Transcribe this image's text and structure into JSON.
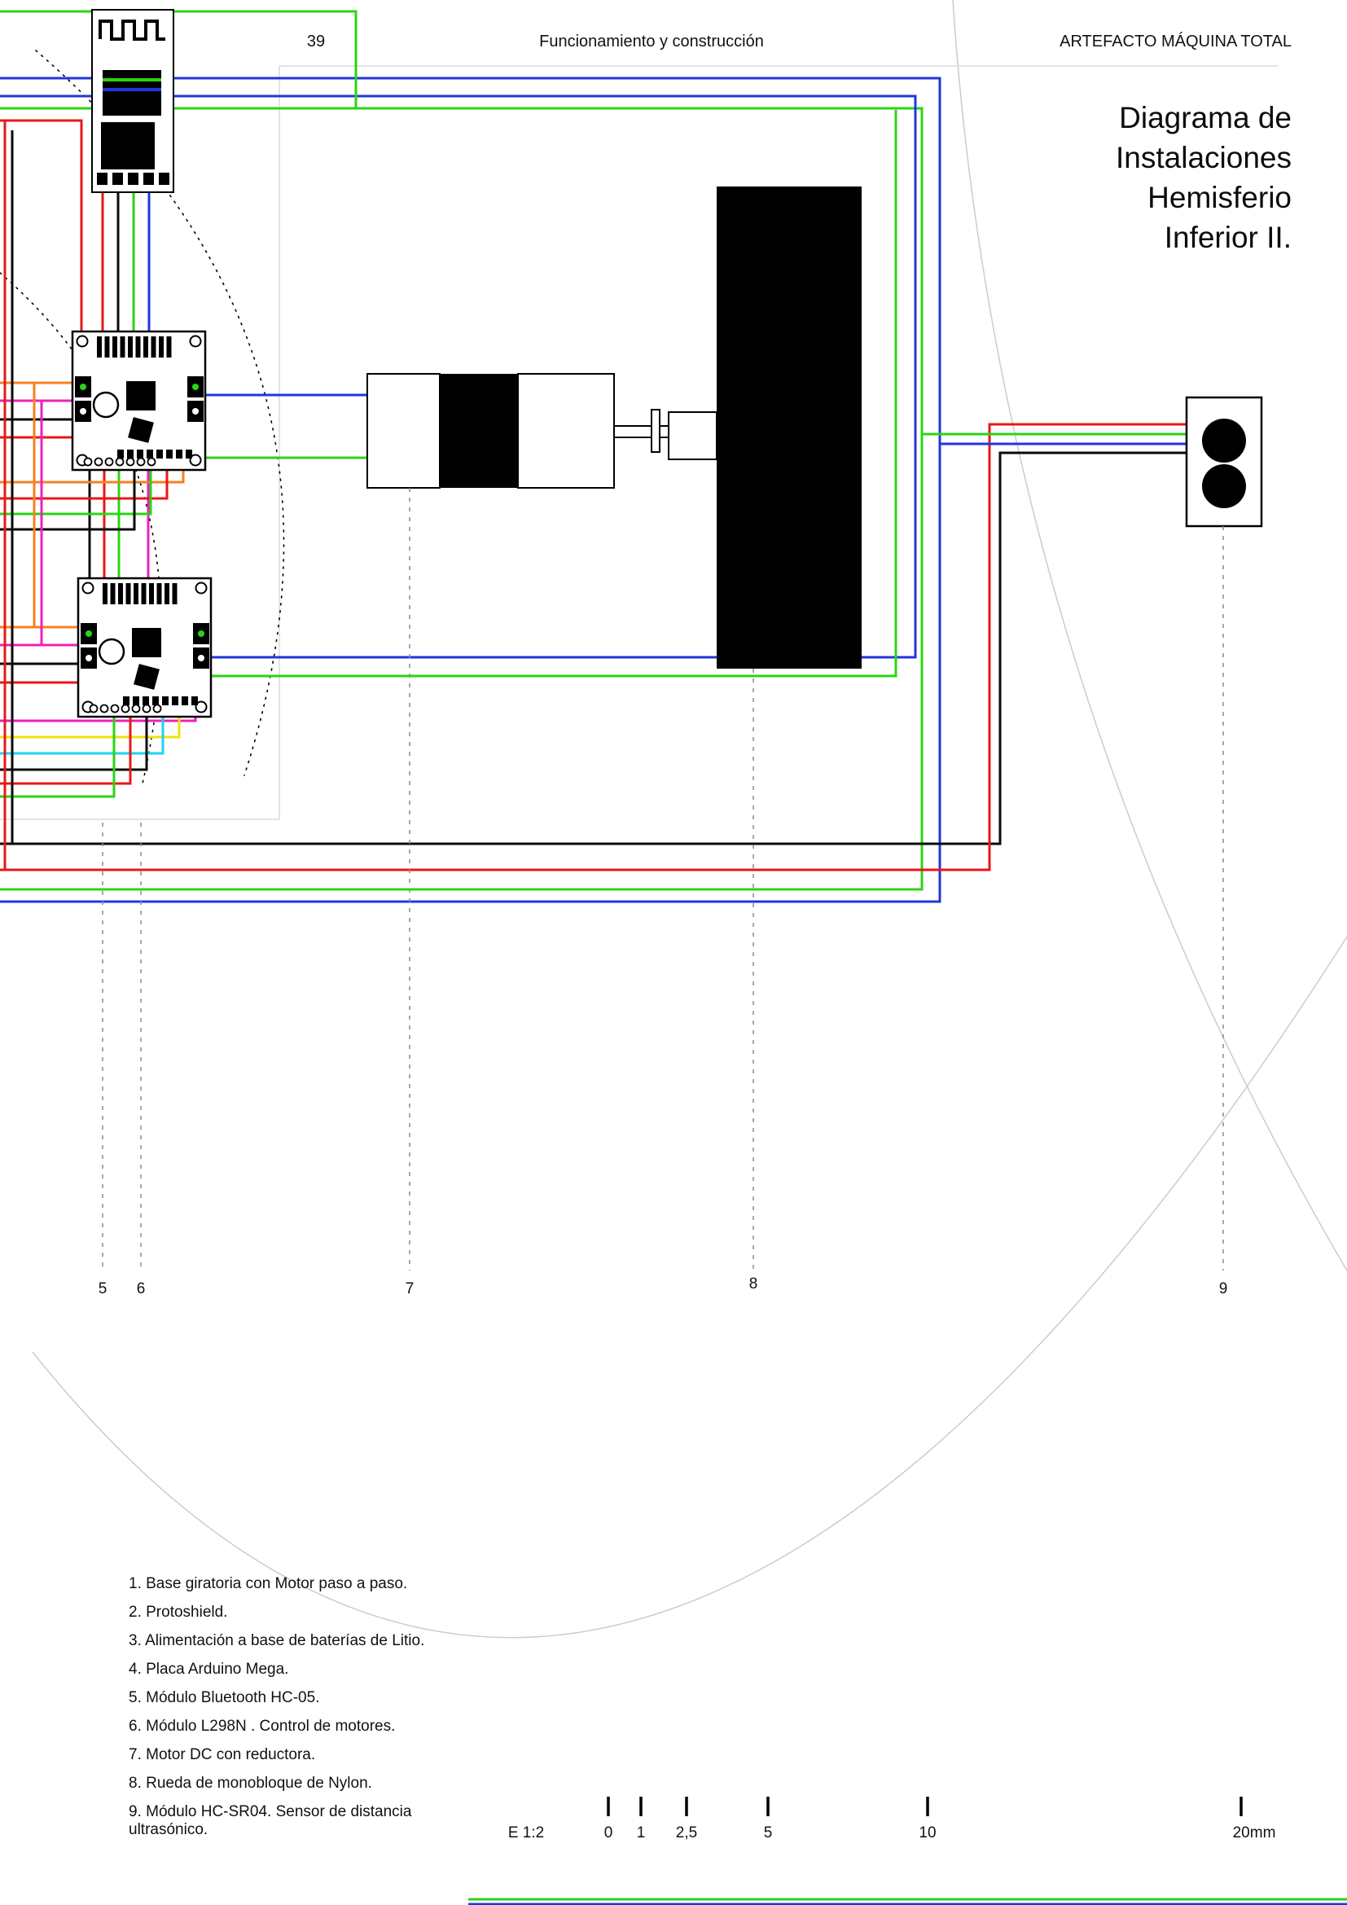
{
  "header": {
    "page_number": "39",
    "section_title": "Funcionamiento y construcción",
    "brand": "ARTEFACTO MÁQUINA TOTAL"
  },
  "title": {
    "lines": [
      "Diagrama de",
      "Instalaciones",
      "Hemisferio",
      "Inferior II."
    ]
  },
  "callouts": {
    "labels": [
      "5",
      "6",
      "7",
      "8",
      "9"
    ]
  },
  "legend": {
    "items": [
      "1. Base giratoria con Motor paso a paso.",
      "2. Protoshield.",
      "3. Alimentación a base de baterías de Litio.",
      "4. Placa Arduino Mega.",
      "5. Módulo Bluetooth HC-05.",
      "6. Módulo L298N . Control de motores.",
      "7. Motor DC con reductora.",
      "8. Rueda de monobloque de Nylon.",
      "9. Módulo HC-SR04. Sensor de distancia ultrasónico."
    ]
  },
  "scale": {
    "label": "E 1:2",
    "ticks": [
      "0",
      "1",
      "2,5",
      "5",
      "10",
      "20"
    ],
    "unit": "mm"
  },
  "wire_colors": {
    "red": "#e81717",
    "green": "#2bd413",
    "blue": "#2135de",
    "black": "#0a0a0a",
    "orange": "#f5811e",
    "magenta": "#ef1fbc",
    "yellow": "#f0e10c",
    "cyan": "#1fd1ef"
  }
}
